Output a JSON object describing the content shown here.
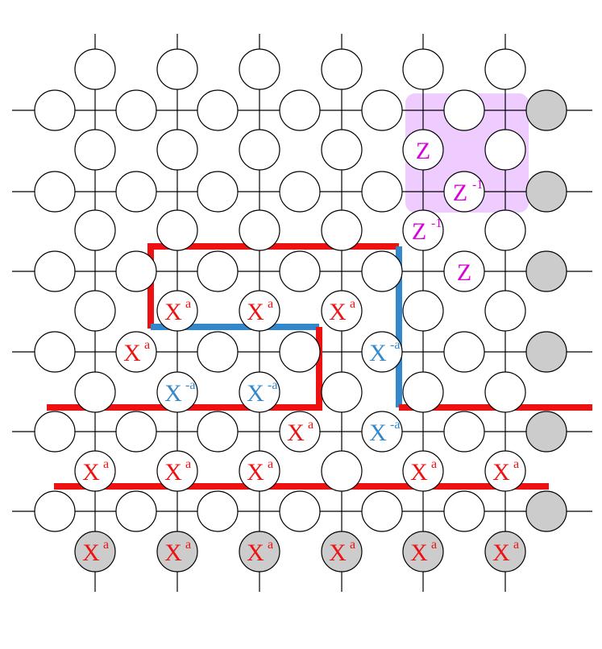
{
  "colors": {
    "grid_line": "#000000",
    "site_fill": "#ffffff",
    "boundary_site_fill": "#cccccc",
    "x_operator": "#ee1111",
    "x_inverse_operator": "#3388cc",
    "z_operator": "#dd00dd",
    "plaquette_highlight": "#eeccff"
  },
  "lattice": {
    "columns": 6,
    "rows": 6,
    "boundary": [
      "right",
      "bottom"
    ]
  },
  "operators": {
    "x": {
      "base": "X",
      "exponent": "a"
    },
    "x_inv": {
      "base": "X",
      "exponent": "-a"
    },
    "z": {
      "base": "Z",
      "exponent": ""
    },
    "z_inv": {
      "base": "Z",
      "exponent": "-1"
    }
  },
  "vertical_site_labels": [
    {
      "vertex_col": 1,
      "gap_row": 2,
      "op": "x"
    },
    {
      "vertex_col": 2,
      "gap_row": 2,
      "op": "x"
    },
    {
      "vertex_col": 3,
      "gap_row": 2,
      "op": "x"
    },
    {
      "vertex_col": 1,
      "gap_row": 3,
      "op": "x_inv"
    },
    {
      "vertex_col": 2,
      "gap_row": 3,
      "op": "x_inv"
    },
    {
      "vertex_col": 0,
      "gap_row": 4,
      "op": "x"
    },
    {
      "vertex_col": 1,
      "gap_row": 4,
      "op": "x"
    },
    {
      "vertex_col": 2,
      "gap_row": 4,
      "op": "x"
    },
    {
      "vertex_col": 4,
      "gap_row": 4,
      "op": "x"
    },
    {
      "vertex_col": 5,
      "gap_row": 4,
      "op": "x"
    },
    {
      "vertex_col": 0,
      "gap_row": 5,
      "op": "x"
    },
    {
      "vertex_col": 1,
      "gap_row": 5,
      "op": "x"
    },
    {
      "vertex_col": 2,
      "gap_row": 5,
      "op": "x"
    },
    {
      "vertex_col": 3,
      "gap_row": 5,
      "op": "x"
    },
    {
      "vertex_col": 4,
      "gap_row": 5,
      "op": "x"
    },
    {
      "vertex_col": 5,
      "gap_row": 5,
      "op": "x"
    },
    {
      "vertex_col": 4,
      "gap_row": 0,
      "op": "z"
    },
    {
      "vertex_col": 4,
      "gap_row": 1,
      "op": "z_inv"
    }
  ],
  "horizontal_site_labels": [
    {
      "vertex_row": 2,
      "gap_col": 1,
      "op": "x"
    },
    {
      "vertex_row": 2,
      "gap_col": 4,
      "op": "x_inv"
    },
    {
      "vertex_row": 3,
      "gap_col": 3,
      "op": "x"
    },
    {
      "vertex_row": 3,
      "gap_col": 4,
      "op": "x_inv"
    },
    {
      "vertex_row": 0,
      "gap_col": 5,
      "op": "z_inv"
    },
    {
      "vertex_row": 1,
      "gap_col": 5,
      "op": "z"
    }
  ]
}
